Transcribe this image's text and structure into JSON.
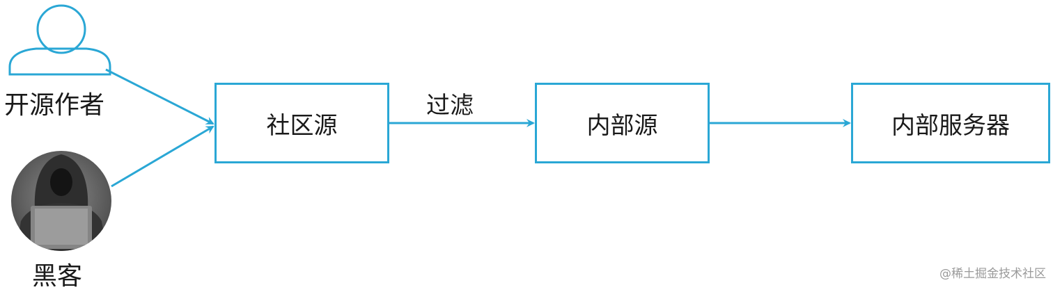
{
  "actors": {
    "author_label": "开源作者",
    "hacker_label": "黑客"
  },
  "nodes": {
    "community_source": "社区源",
    "internal_source": "内部源",
    "internal_server": "内部服务器"
  },
  "edges": {
    "filter_label": "过滤"
  },
  "watermark": "@稀土掘金技术社区",
  "colors": {
    "accent": "#2aa7d5",
    "text": "#1a1a1a",
    "hacker_bg": "#6a6a6a"
  },
  "icons": {
    "author": "user-outline-icon",
    "hacker": "hooded-hacker-avatar-icon"
  }
}
